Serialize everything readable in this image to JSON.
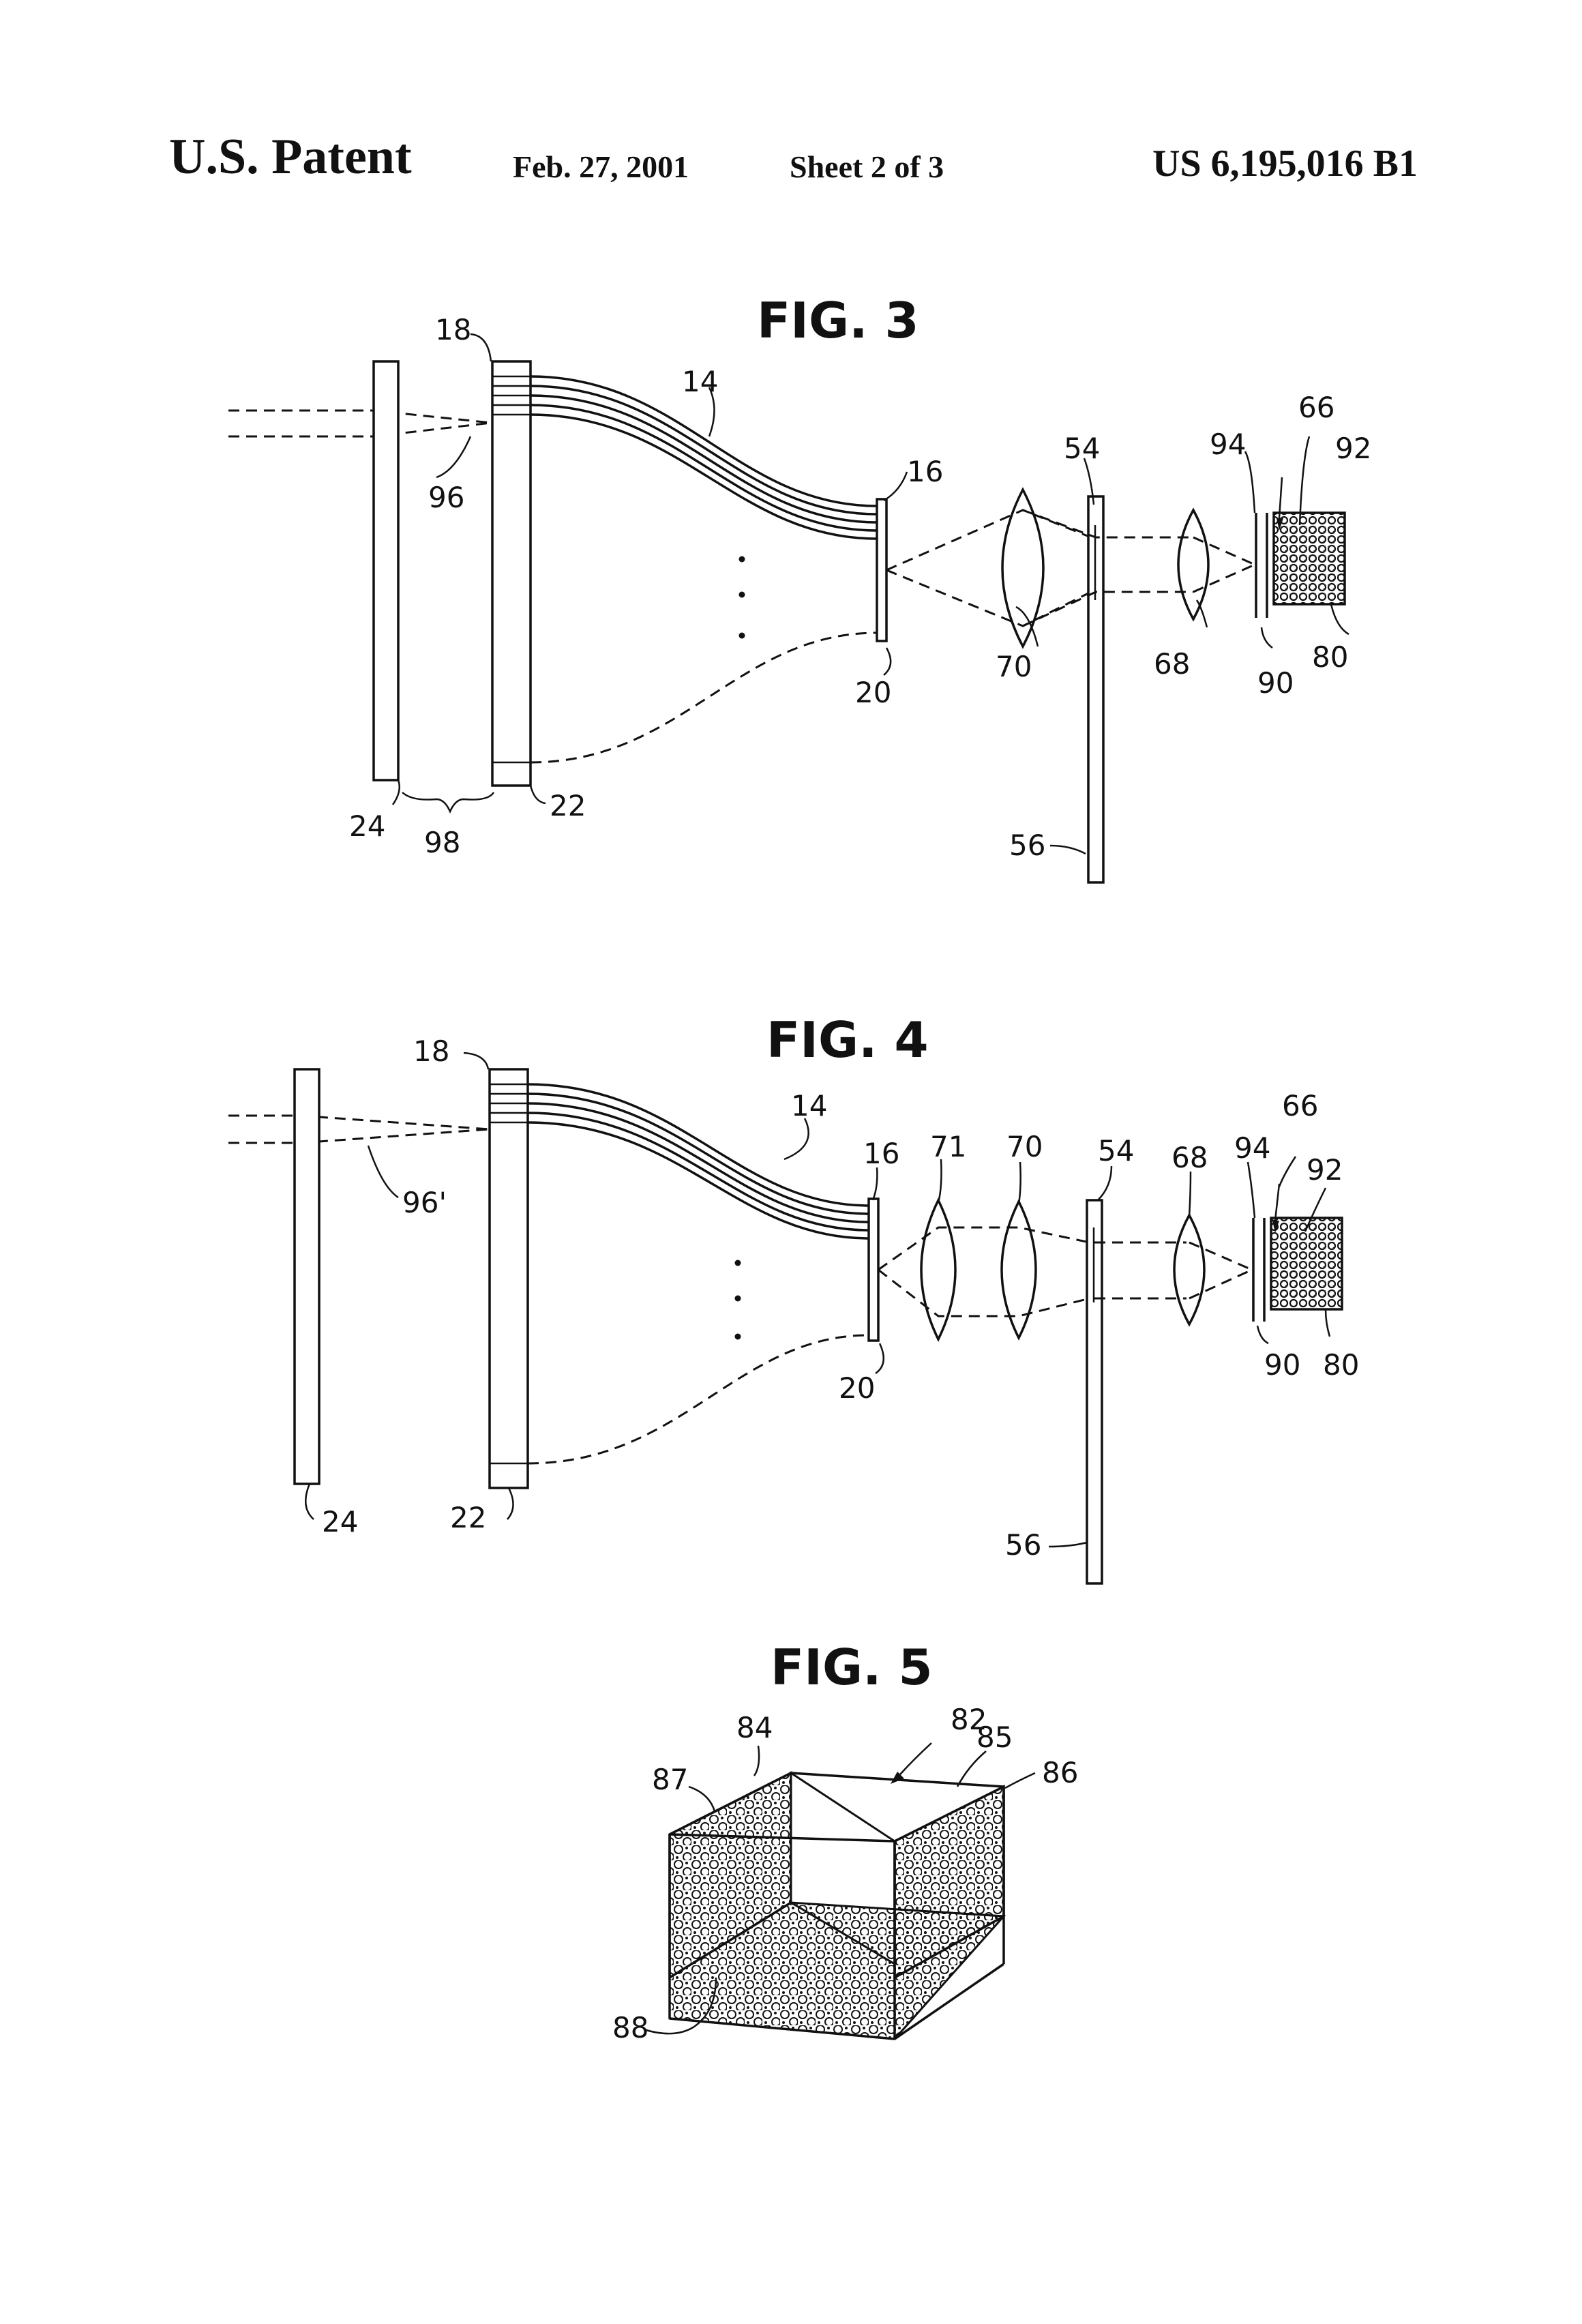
{
  "header": {
    "patent": "U.S. Patent",
    "date": "Feb. 27, 2001",
    "sheet": "Sheet 2 of 3",
    "number": "US 6,195,016 B1"
  },
  "fig3": {
    "title": "FIG. 3",
    "labels": {
      "l18": "18",
      "l14": "14",
      "l16": "16",
      "l96": "96",
      "l54": "54",
      "l94": "94",
      "l66": "66",
      "l92": "92",
      "l70": "70",
      "l68": "68",
      "l20": "20",
      "l90": "90",
      "l80": "80",
      "l24": "24",
      "l98": "98",
      "l22": "22",
      "l56": "56"
    }
  },
  "fig4": {
    "title": "FIG. 4",
    "labels": {
      "l18": "18",
      "l14": "14",
      "l16": "16",
      "l71": "71",
      "l70": "70",
      "l54": "54",
      "l68": "68",
      "l94": "94",
      "l66": "66",
      "l92": "92",
      "l96p": "96'",
      "l20": "20",
      "l90": "90",
      "l80": "80",
      "l24": "24",
      "l22": "22",
      "l56": "56"
    }
  },
  "fig5": {
    "title": "FIG. 5",
    "labels": {
      "l84": "84",
      "l82": "82",
      "l85": "85",
      "l86": "86",
      "l87": "87",
      "l88": "88"
    }
  }
}
